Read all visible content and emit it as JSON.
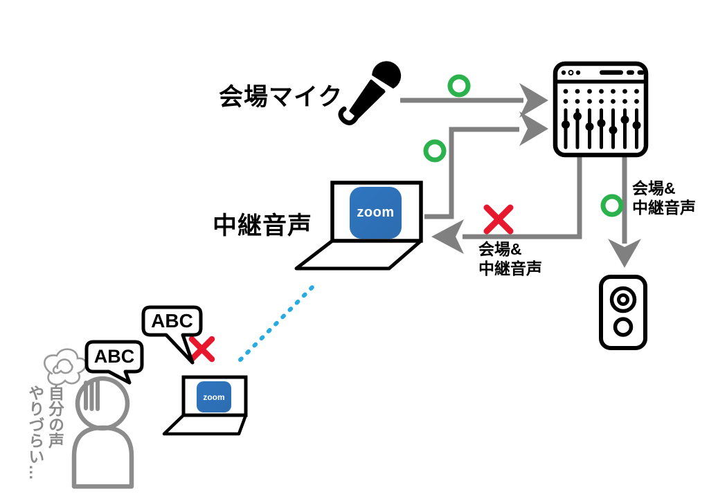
{
  "diagram": {
    "venue_mic": {
      "label": "会場マイク",
      "icon": "microphone-icon"
    },
    "relay_audio": {
      "label": "中継音声",
      "icon": "laptop-zoom-icon"
    },
    "mic_to_mixer": {
      "status": "ok"
    },
    "laptop_to_mixer": {
      "status": "ok"
    },
    "mixer_to_speaker": {
      "label": "会場&\n中継音声",
      "status": "ok"
    },
    "mixer_to_laptop": {
      "label": "会場&\n中継音声",
      "status": "ng"
    },
    "zoom_app": {
      "logo_text": "zoom"
    },
    "remote_zoom_app": {
      "logo_text": "zoom"
    },
    "laptop_speech_bubble": {
      "text": "ABC",
      "status": "ng"
    },
    "person_speech_bubble": {
      "text": "ABC"
    },
    "person_complaint": {
      "text": "自分の声\nやりづらい…"
    }
  },
  "icons": [
    "microphone-icon",
    "mixer-icon",
    "speaker-icon",
    "laptop-zoom-icon",
    "remote-laptop-zoom-icon",
    "person-icon",
    "scribble-icon",
    "ok-circle-icon",
    "ng-x-icon",
    "zoom-connection-dotted-line"
  ],
  "colors": {
    "ok_green": "#2bb24c",
    "ng_red": "#e7182d",
    "line_gray": "#808080",
    "person_gray": "#8c8c8c",
    "zoom_blue": "#2d72b8",
    "dotted_blue": "#29abe2",
    "ink_black": "#000000"
  }
}
